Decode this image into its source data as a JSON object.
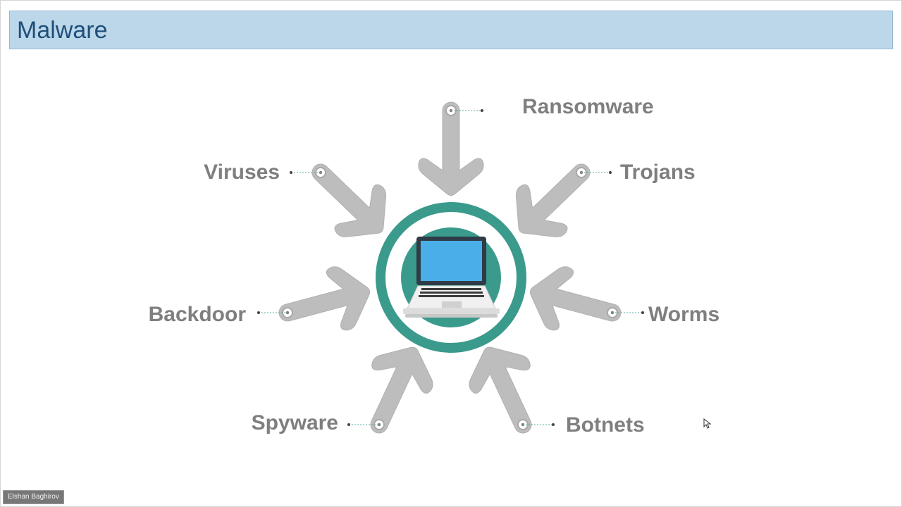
{
  "slide": {
    "title": "Malware",
    "accent_color": "#3a9a8c",
    "arrow_color": "#bdbdbd",
    "label_color": "#7f7f7f",
    "center_icon": "laptop-icon",
    "threats": [
      {
        "id": "ransomware",
        "label": "Ransomware"
      },
      {
        "id": "viruses",
        "label": "Viruses"
      },
      {
        "id": "trojans",
        "label": "Trojans"
      },
      {
        "id": "backdoor",
        "label": "Backdoor"
      },
      {
        "id": "worms",
        "label": "Worms"
      },
      {
        "id": "spyware",
        "label": "Spyware"
      },
      {
        "id": "botnets",
        "label": "Botnets"
      }
    ]
  },
  "presenter": {
    "name": "Elshan Baghirov"
  }
}
